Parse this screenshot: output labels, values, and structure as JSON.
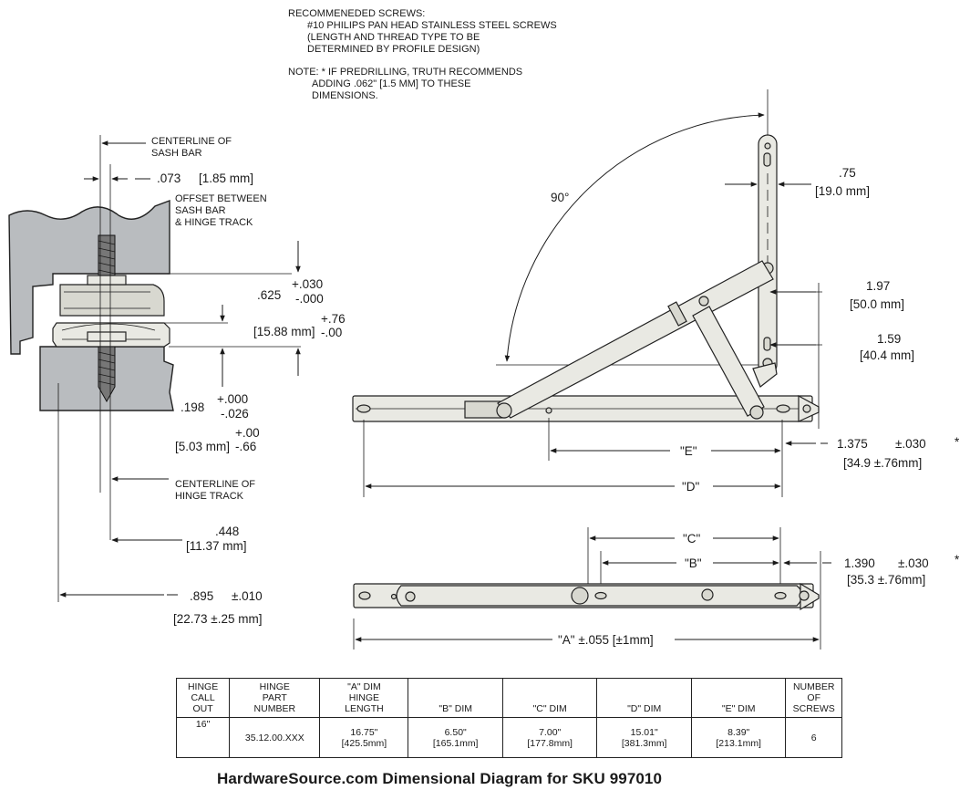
{
  "notes": {
    "screws_title": "RECOMMENEDED SCREWS:",
    "screws_line1": "#10 PHILIPS PAN HEAD STAINLESS STEEL SCREWS",
    "screws_line2": "(LENGTH AND THREAD TYPE TO BE",
    "screws_line3": "DETERMINED BY PROFILE DESIGN)",
    "note_line1": "NOTE: * IF PREDRILLING, TRUTH RECOMMENDS",
    "note_line2": "ADDING .062\" [1.5 MM] TO THESE",
    "note_line3": "DIMENSIONS."
  },
  "section": {
    "centerline_sash_1": "CENTERLINE OF",
    "centerline_sash_2": "SASH BAR",
    "offset_in": ".073",
    "offset_mm": "[1.85 mm]",
    "offset_label_1": "OFFSET BETWEEN",
    "offset_label_2": "SASH BAR",
    "offset_label_3": "& HINGE TRACK",
    "h625": ".625",
    "tol_030": "+.030",
    "tol_000": "-.000",
    "mm_1588": "[15.88 mm]",
    "tol_p76": "+.76",
    "tol_m00": "-.00",
    "h198": ".198",
    "tol_p000": "+.000",
    "tol_m026": "-.026",
    "tol_p00": "+.00",
    "mm_503": "[5.03 mm]",
    "tol_m66": "-.66",
    "centerline_track_1": "CENTERLINE OF",
    "centerline_track_2": "HINGE TRACK",
    "d448": ".448",
    "d448_mm": "[11.37 mm]",
    "d895": ".895",
    "d895_tol": "±.010",
    "d895_mm": "[22.73 ±.25 mm]"
  },
  "open_view": {
    "angle": "90°",
    "d75": ".75",
    "d75_mm": "[19.0 mm]",
    "d197": "1.97",
    "d197_mm": "[50.0 mm]",
    "d159": "1.59",
    "d159_mm": "[40.4 mm]",
    "d1375": "1.375",
    "d1375_tol": "±.030",
    "d1375_mm": "[34.9 ±.76mm]",
    "star": "*",
    "label_e": "\"E\"",
    "label_d": "\"D\""
  },
  "closed_view": {
    "label_c": "\"C\"",
    "label_b": "\"B\"",
    "d1390": "1.390",
    "d1390_tol": "±.030",
    "d1390_mm": "[35.3 ±.76mm]",
    "star": "*",
    "label_a": "\"A\" ±.055 [±1mm]"
  },
  "table": {
    "headers": [
      "HINGE\nCALL\nOUT",
      "HINGE\nPART\nNUMBER",
      "\"A\" DIM\nHINGE\nLENGTH",
      "\"B\" DIM",
      "\"C\" DIM",
      "\"D\" DIM",
      "\"E\" DIM",
      "NUMBER\nOF\nSCREWS"
    ],
    "row": [
      "16\"",
      "35.12.00.XXX",
      "16.75\"\n[425.5mm]",
      "6.50\"\n[165.1mm]",
      "7.00\"\n[177.8mm]",
      "15.01\"\n[381.3mm]",
      "8.39\"\n[213.1mm]",
      "6"
    ]
  },
  "caption": "HardwareSource.com Dimensional Diagram for SKU 997010"
}
